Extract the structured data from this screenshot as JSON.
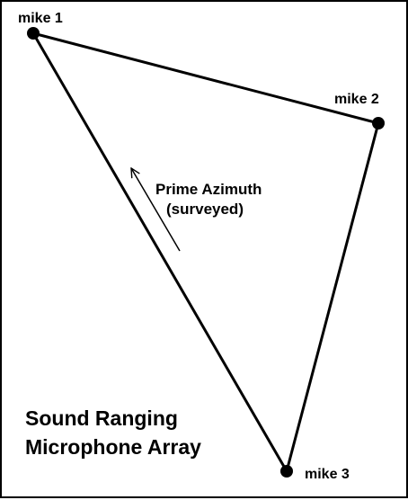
{
  "diagram": {
    "microphones": [
      {
        "label": "mike 1"
      },
      {
        "label": "mike 2"
      },
      {
        "label": "mike 3"
      }
    ],
    "azimuth": {
      "line1": "Prime Azimuth",
      "line2": "(surveyed)"
    },
    "title": {
      "line1": "Sound Ranging",
      "line2": "Microphone Array"
    },
    "colors": {
      "ink": "#000000",
      "background": "#ffffff"
    }
  }
}
